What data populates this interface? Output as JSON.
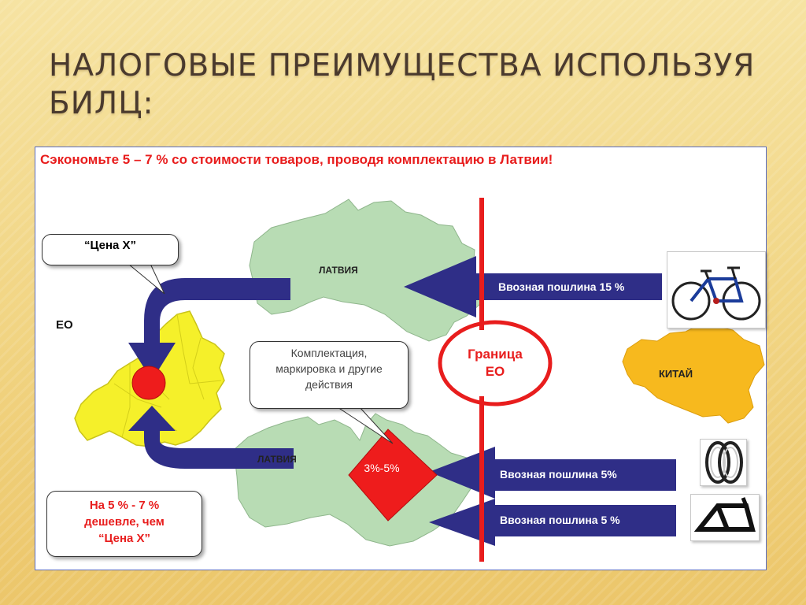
{
  "slide": {
    "title": "НАЛОГОВЫЕ ПРЕИМУЩЕСТВА ИСПОЛЬЗУЯ БИЛЦ:",
    "subtitle": "Сэкономьте 5 – 7 % со стоимости товаров, проводя комплектацию в Латвии!"
  },
  "callouts": {
    "price_x": "“Цена X”",
    "assembly": [
      "Комплектация,",
      "маркировка и другие",
      "действия"
    ],
    "cheaper": [
      "На 5 % - 7 %",
      "дешевле, чем",
      "“Цена X”"
    ]
  },
  "map_labels": {
    "eu": "ЕО",
    "latvia_top": "ЛАТВИЯ",
    "latvia_bottom": "ЛАТВИЯ",
    "china": "КИТАЙ"
  },
  "border": {
    "label_line1": "Граница",
    "label_line2": "ЕО"
  },
  "duties": {
    "bike": "Ввозная пошлина 15 %",
    "wheels": "Ввозная пошлина 5%",
    "frame": "Ввозная пошлина 5 %"
  },
  "assembly_rate": "3%-5%",
  "colors": {
    "title_text": "#4a3a2e",
    "subtitle_text": "#e81d1d",
    "arrow_blue": "#2f2e87",
    "border_red": "#e81d1d",
    "latvia_green": "#b8dcb4",
    "eu_yellow": "#f5f02a",
    "china_yellow": "#f7b91e",
    "rate_diamond": "#ee1c1c"
  },
  "icons": [
    "bicycle-icon",
    "wheels-icon",
    "bike-frame-icon"
  ]
}
